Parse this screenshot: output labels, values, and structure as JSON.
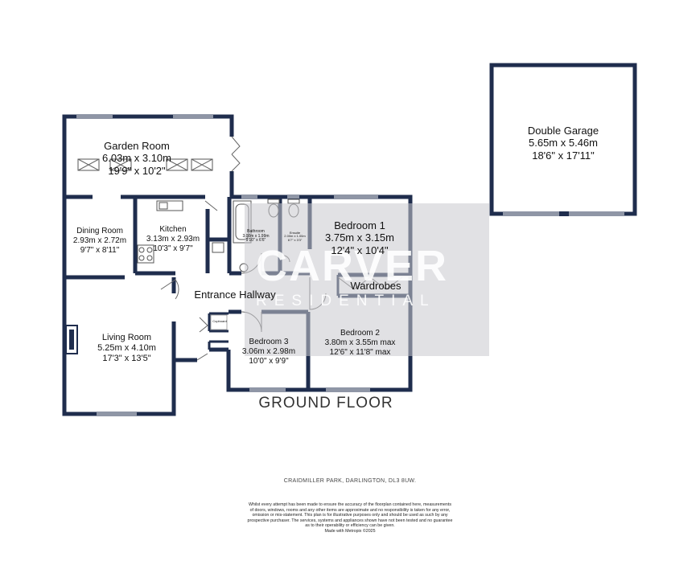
{
  "rooms": {
    "garage": {
      "name": "Double Garage",
      "metric": "5.65m  x 5.46m",
      "imperial": "18'6\"  x 17'11\""
    },
    "garden_room": {
      "name": "Garden Room",
      "metric": "6.03m  x 3.10m",
      "imperial": "19'9\"  x 10'2\""
    },
    "dining_room": {
      "name": "Dining Room",
      "metric": "2.93m  x 2.72m",
      "imperial": "9'7\"  x 8'11\""
    },
    "kitchen": {
      "name": "Kitchen",
      "metric": "3.13m  x 2.93m",
      "imperial": "10'3\"  x 9'7\""
    },
    "bathroom": {
      "name": "Bathroom",
      "metric": "3.00m  x 1.99m",
      "imperial": "9'10\"  x 6'6\""
    },
    "ensuite": {
      "name": "Ensuite",
      "metric": "2.00m x 1.00m",
      "imperial": "6'7\"  x 3'3\""
    },
    "bedroom1": {
      "name": "Bedroom 1",
      "metric": "3.75m  x 3.15m",
      "imperial": "12'4\"  x 10'4\""
    },
    "wardrobes": {
      "name": "Wardrobes"
    },
    "entrance_hallway": {
      "name": "Entrance Hallway"
    },
    "cupboard": {
      "name": "Cupboard"
    },
    "living_room": {
      "name": "Living Room",
      "metric": "5.25m  x 4.10m",
      "imperial": "17'3\"  x 13'5\""
    },
    "bedroom3": {
      "name": "Bedroom 3",
      "metric": "3.06m  x 2.98m",
      "imperial": "10'0\"  x 9'9\""
    },
    "bedroom2": {
      "name": "Bedroom 2",
      "metric": "3.80m  x 3.55m max",
      "imperial": "12'6\"  x 11'8\" max"
    }
  },
  "watermark": {
    "name": "CARVER",
    "sub": "RESIDENTIAL"
  },
  "floor_label": "GROUND FLOOR",
  "address": "CRAIDMILLER PARK, DARLINGTON, DL3 8UW.",
  "disclaimer": "Whilst every attempt has been made to ensure the accuracy of the floorplan contained here, measurements\nof doors, windows, rooms and any other items are approximate and no responsibility is taken for any error,\nomission or mis-statement. This plan is for illustrative purposes only and should be used as such by any\nprospective purchaser. The services, systems and appliances shown have not been tested and no guarantee\nas to their operability or efficiency can be given.\nMade with Metropix ©2025",
  "colors": {
    "wall": "#1f2d4d",
    "watermark": "#c8c8cd"
  }
}
